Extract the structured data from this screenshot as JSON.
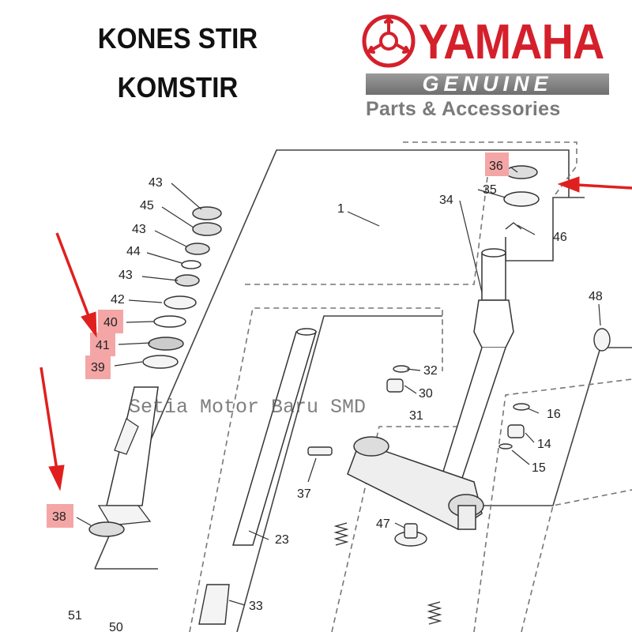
{
  "title": {
    "line1": "KONES STIR",
    "line2": "KOMSTIR"
  },
  "brand": {
    "name": "YAMAHA",
    "genuine": "GENUINE",
    "tagline": "Parts & Accessories",
    "colors": {
      "brand_red": "#d4202b",
      "gray": "#7a7a7a"
    }
  },
  "watermark": "Setia Motor Baru SMD",
  "highlight_color": "#f4a6a6",
  "arrow_color": "#e0201f",
  "part_labels": {
    "p1": "1",
    "p14": "14",
    "p15": "15",
    "p16": "16",
    "p23": "23",
    "p30": "30",
    "p31": "31",
    "p32": "32",
    "p33": "33",
    "p34": "34",
    "p35": "35",
    "p36": "36",
    "p37": "37",
    "p38": "38",
    "p39": "39",
    "p40": "40",
    "p41": "41",
    "p42": "42",
    "p43a": "43",
    "p43b": "43",
    "p43c": "43",
    "p44": "44",
    "p45": "45",
    "p46": "46",
    "p47": "47",
    "p48": "48",
    "p50": "50",
    "p51": "51"
  },
  "highlighted_parts": [
    "36",
    "40",
    "41",
    "39",
    "38"
  ]
}
